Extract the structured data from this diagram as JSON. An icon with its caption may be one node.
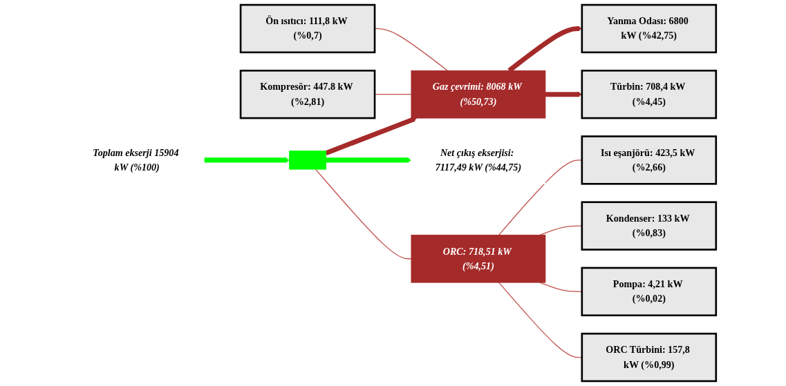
{
  "diagram": {
    "nodes": [
      {
        "text": [
          "Ön ısıtıcı: 111,8 kW (%0,7)"
        ]
      },
      {
        "text": [
          "Kompresör: 447.8 kW (%2,81)"
        ]
      },
      {
        "text": [
          "Gaz çevrimi: 8068 kW (%50,73)"
        ]
      },
      {
        "text": [
          "Yanma Odası: 6800 kW (%42,75)"
        ]
      },
      {
        "text": [
          "Türbin: 708,4 kW (%4,45)"
        ]
      },
      {
        "text": [
          "Toplam ekserji 15904 kW (%100)"
        ]
      },
      {
        "text": [],
        "shape": "box"
      },
      {
        "text": [
          "Net çıkış ekserjisi: 7117,49 kW (%44,75)"
        ]
      },
      {
        "text": [
          "ORC: 718,51 kW (%4,51)"
        ]
      },
      {
        "text": [
          "Isı eşanjörü: 423,5 kW (%2,66)"
        ]
      },
      {
        "text": [
          "Kondenser: 133 kW (%0,83)"
        ]
      },
      {
        "text": [
          "Pompa: 4,21 kW (%0,02)"
        ]
      },
      {
        "text": [
          "ORC Türbini: 157,8 kW (%0,99)"
        ]
      }
    ],
    "edges": [
      {
        "from": 5,
        "to": 6,
        "arrow": "to",
        "style": "thick",
        "color": "#00ff00"
      },
      {
        "from": 6,
        "to": 2,
        "arrow": "to",
        "style": "thick",
        "color": "#a52a2a"
      },
      {
        "from": 0,
        "to": 2,
        "arrow": "none"
      },
      {
        "from": 1,
        "to": 2,
        "arrow": "none"
      },
      {
        "from": 2,
        "to": 3,
        "arrow": "to",
        "style": "thick",
        "color": "#a52a2a"
      },
      {
        "from": 2,
        "to": 4,
        "arrow": "to",
        "style": "thick",
        "color": "#a52a2a"
      },
      {
        "from": 6,
        "to": 7,
        "arrow": "to",
        "style": "thick",
        "color": "#00ff00"
      },
      {
        "from": 6,
        "to": 8,
        "arrow": "none"
      },
      {
        "from": 8,
        "to": 9,
        "arrow": "none"
      },
      {
        "from": 8,
        "to": 10,
        "arrow": "none"
      },
      {
        "from": 8,
        "to": 11,
        "arrow": "none"
      },
      {
        "from": 8,
        "to": 12,
        "arrow": "none"
      }
    ]
  }
}
